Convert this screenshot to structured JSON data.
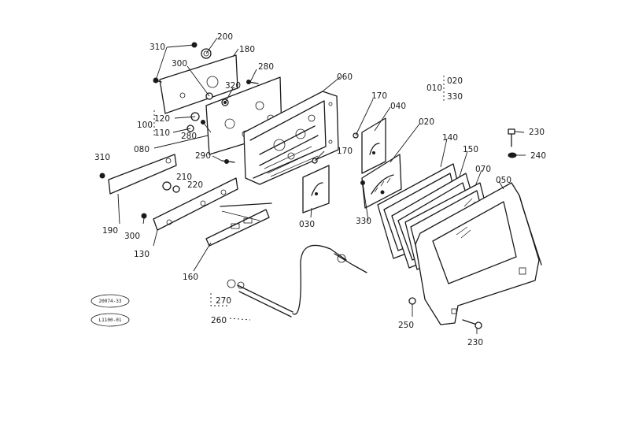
{
  "labels": {
    "p310a": "310",
    "p200": "200",
    "p180": "180",
    "p300a": "300",
    "p280a": "280",
    "p320": "320",
    "p060": "060",
    "p120": "120",
    "p100": "100",
    "p110": "110",
    "p280b": "280",
    "p080": "080",
    "p290": "290",
    "p310b": "310",
    "p210": "210",
    "p220": "220",
    "p190": "190",
    "p300b": "300",
    "p130": "130",
    "p160": "160",
    "p170a": "170",
    "p040": "040",
    "p020": "020",
    "p170b": "170",
    "p030": "030",
    "p330": "330",
    "p140": "140",
    "p150": "150",
    "p070": "070",
    "p050": "050",
    "p230a": "230",
    "p240": "240",
    "p250": "250",
    "p230b": "230",
    "p270": "270",
    "p260": "260",
    "k010": "010",
    "k020": "020",
    "k330": "330"
  },
  "stamps": {
    "top": "20074-33",
    "bottom": "L1100-01"
  }
}
